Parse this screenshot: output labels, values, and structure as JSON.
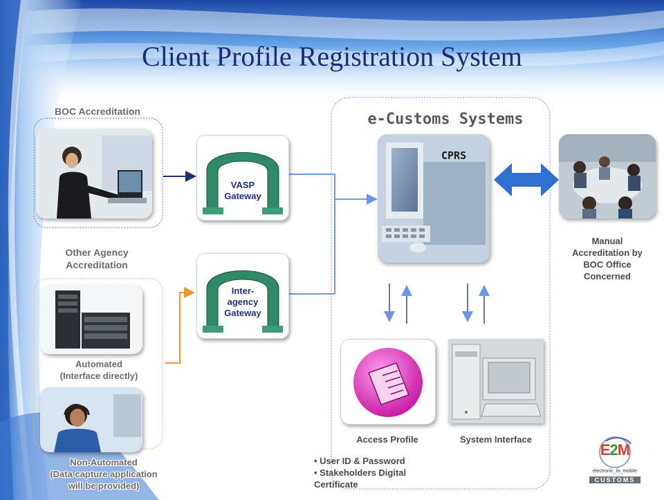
{
  "slide": {
    "title": "Client Profile Registration System"
  },
  "boc": {
    "label": "BOC Accreditation"
  },
  "other_agency": {
    "label_line1": "Other Agency",
    "label_line2": "Accreditation",
    "automated_line1": "Automated",
    "automated_line2": "(Interface directly)",
    "non_automated_line1": "Non-Automated",
    "non_automated_line2": "(Data capture application",
    "non_automated_line3": "will be provided)"
  },
  "gateways": {
    "vasp_line1": "VASP",
    "vasp_line2": "Gateway",
    "inter_line1": "Inter-",
    "inter_line2": "agency",
    "inter_line3": "Gateway"
  },
  "ecustoms": {
    "title": "e-Customs Systems",
    "cprs_label": "CPRS",
    "access_profile": "Access Profile",
    "system_interface": "System Interface",
    "bullet1": "• User ID & Password",
    "bullet2": "• Stakeholders Digital",
    "bullet3": "Certificate"
  },
  "manual": {
    "line1": "Manual",
    "line2": "Accreditation by",
    "line3": "BOC Office",
    "line4": "Concerned"
  },
  "logo": {
    "mark_e": "E",
    "mark_2": "2",
    "mark_m": "M",
    "subtitle": "electronic_to_mobile",
    "word": "CUSTOMS"
  },
  "colors": {
    "title": "#1c2a7a",
    "connector": "#6f95e6",
    "arrow_dark": "#1e2f6e",
    "arrow_orange": "#f0962c",
    "double_arrow": "#2f6fd0",
    "gateway_arch": "#2f8a67"
  }
}
